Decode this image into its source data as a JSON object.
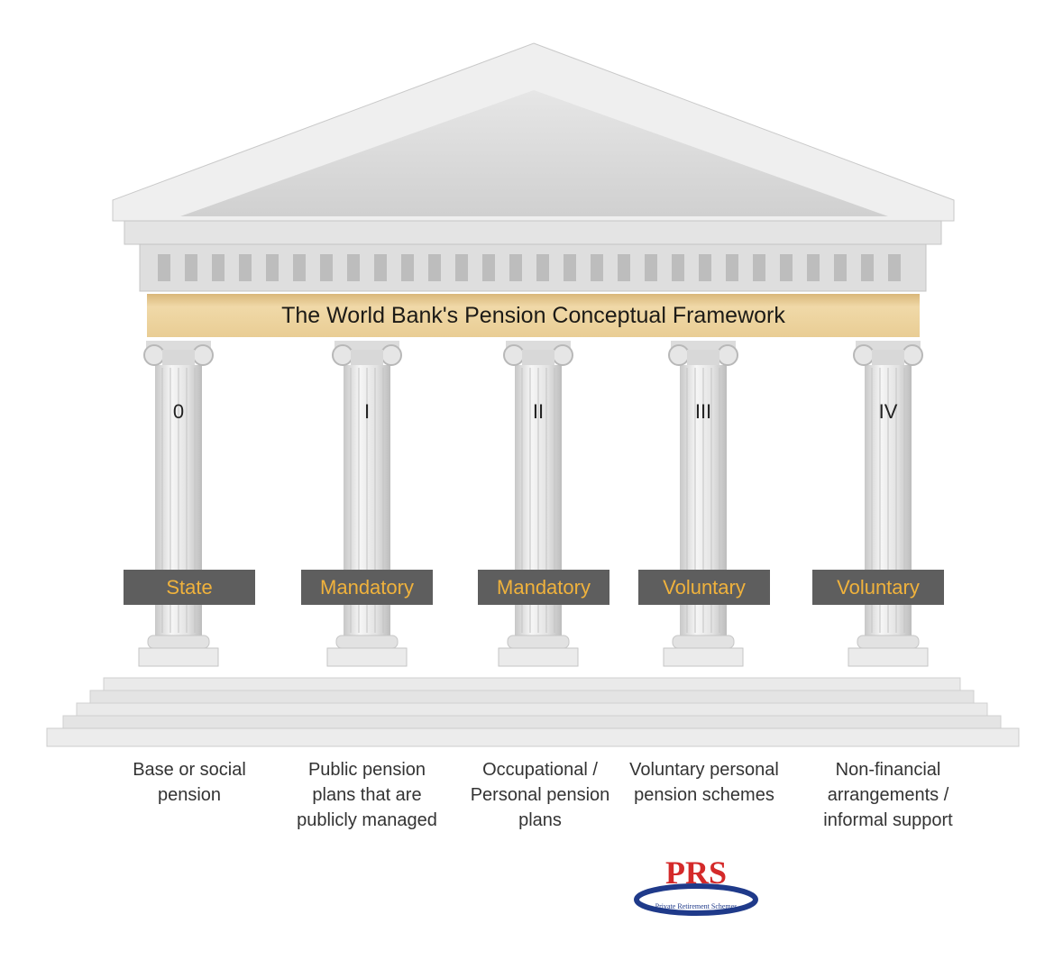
{
  "title": "The World Bank's Pension Conceptual Framework",
  "pillars": [
    {
      "numeral": "0",
      "type": "State",
      "description": "Base or social pension"
    },
    {
      "numeral": "I",
      "type": "Mandatory",
      "description": "Public pension plans that are publicly managed"
    },
    {
      "numeral": "II",
      "type": "Mandatory",
      "description": "Occupational / Personal pension plans"
    },
    {
      "numeral": "III",
      "type": "Voluntary",
      "description": "Voluntary personal pension schemes"
    },
    {
      "numeral": "IV",
      "type": "Voluntary",
      "description": "Non-financial arrangements / informal support"
    }
  ],
  "logo": {
    "text": "PRS",
    "subtitle": "Private Retirement Schemes"
  },
  "colors": {
    "banner": "#e9cd94",
    "tag_bg": "#5e5e5e",
    "tag_text": "#f0b23c",
    "logo_red": "#d42a2a",
    "logo_blue": "#1f3a8a"
  }
}
